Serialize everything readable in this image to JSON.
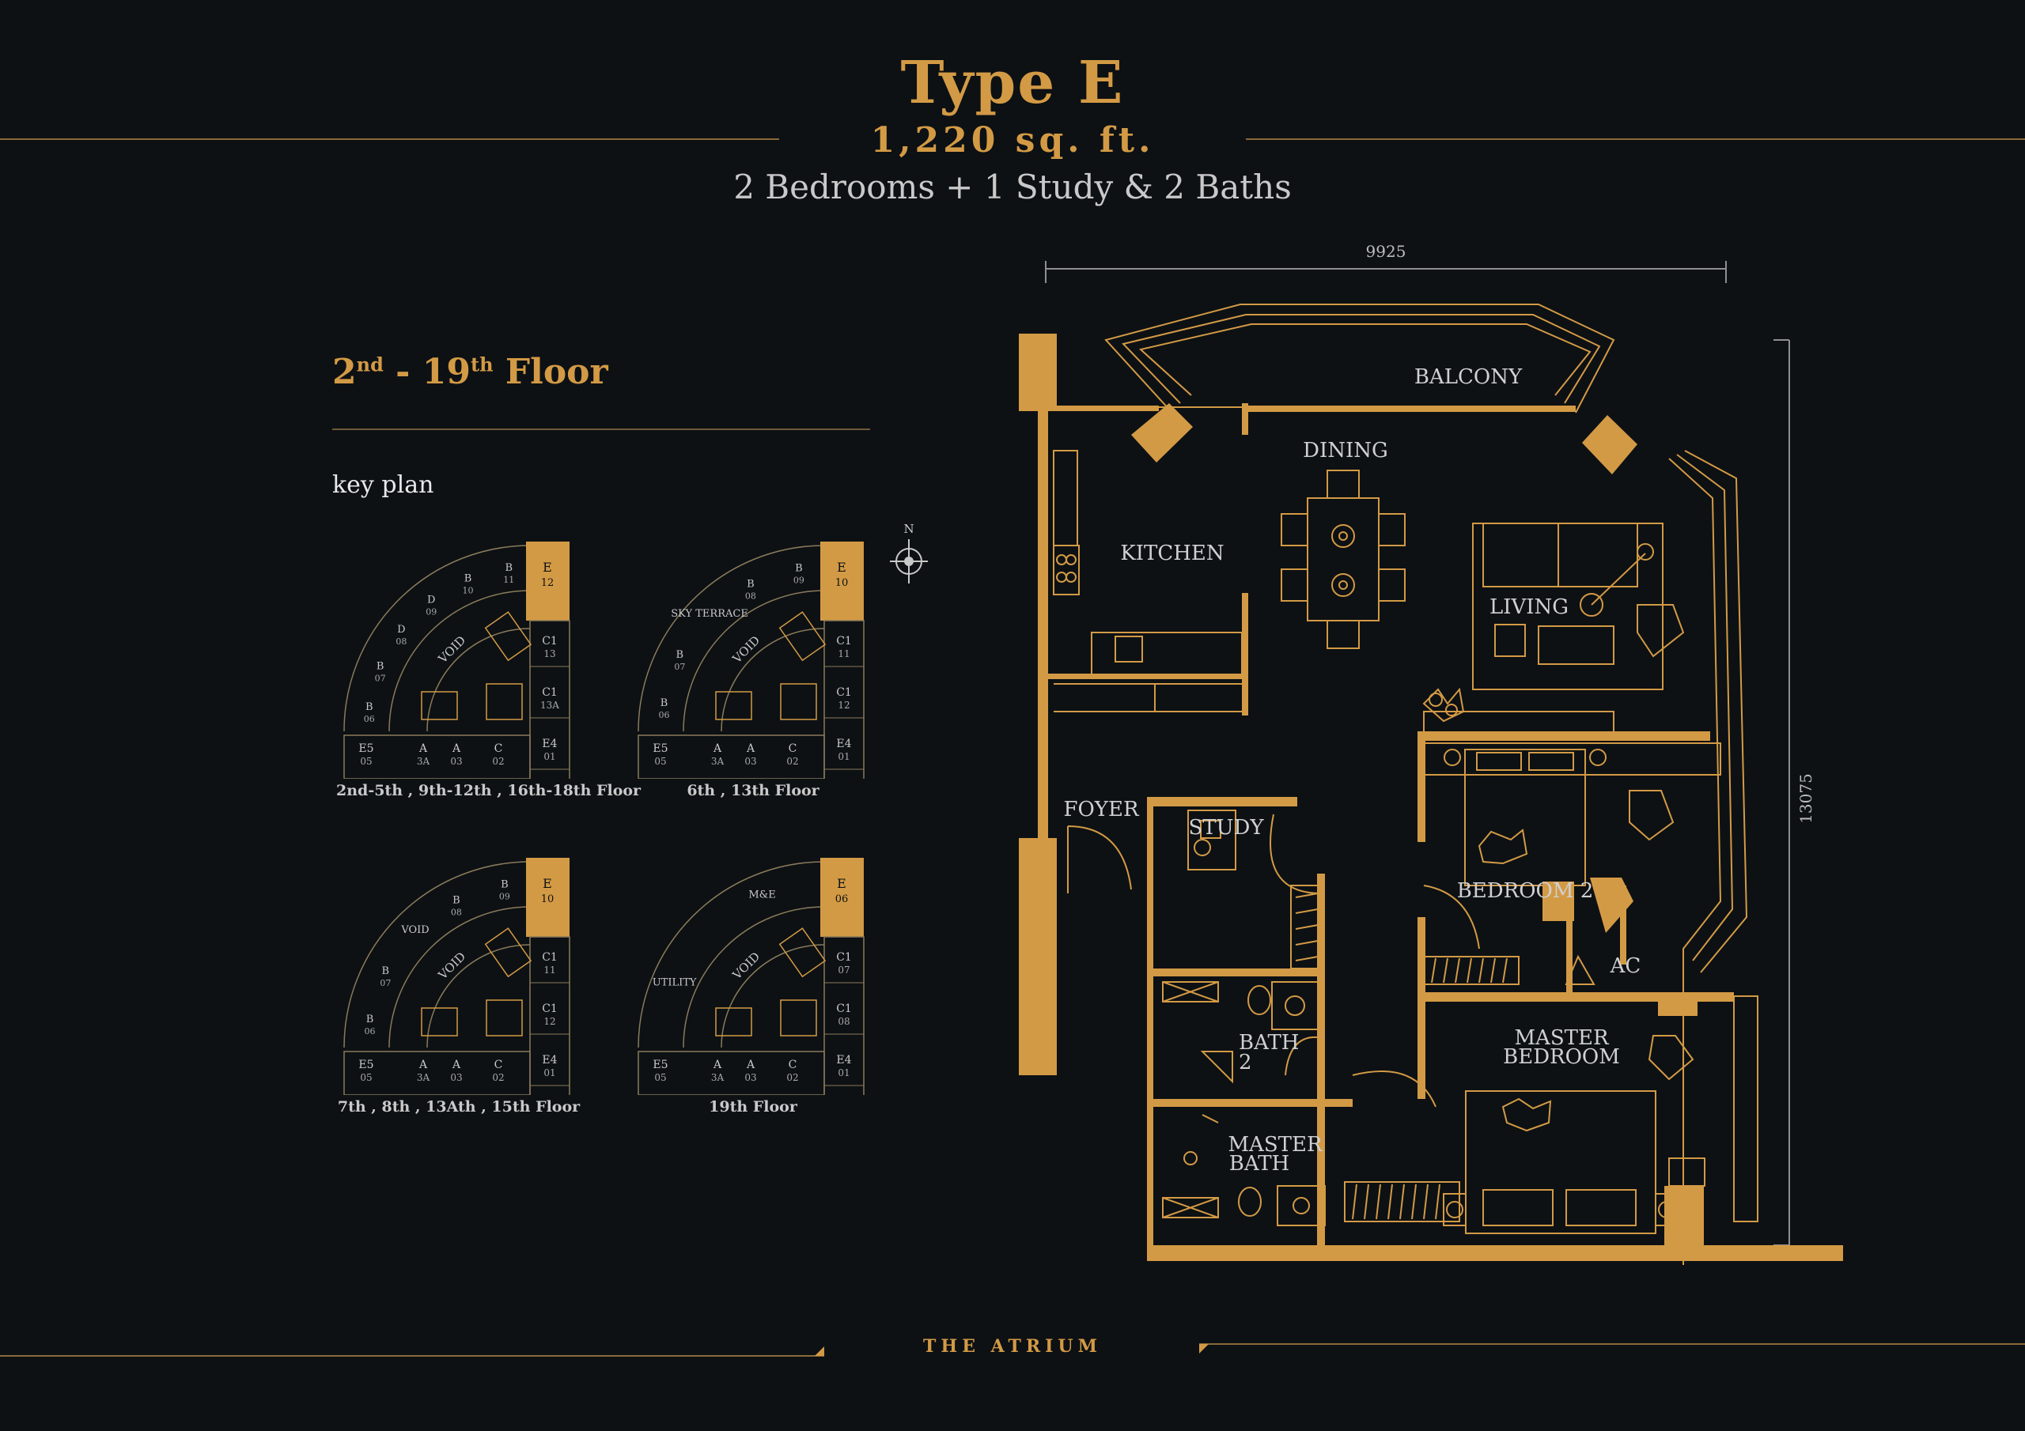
{
  "header": {
    "title": "Type E",
    "area": "1,220 sq. ft.",
    "rooms": "2 Bedrooms + 1 Study & 2 Baths"
  },
  "floor_section": {
    "floor_from": "2",
    "floor_from_sup": "nd",
    "floor_to": "19",
    "floor_to_sup": "th",
    "floor_word": "Floor",
    "key_plan_label": "key plan",
    "north": "N"
  },
  "key_plans": [
    {
      "caption": "2nd-5th , 9th-12th , 16th-18th Floor",
      "highlight": "E",
      "highlight_num": "12",
      "arc_units": [
        [
          "B",
          "06"
        ],
        [
          "B",
          "07"
        ],
        [
          "D",
          "08"
        ],
        [
          "D",
          "09"
        ],
        [
          "B",
          "10"
        ],
        [
          "B",
          "11"
        ]
      ],
      "inner_label": "VOID",
      "side_units": [
        [
          "C1",
          "13"
        ],
        [
          "C1",
          "13A"
        ],
        [
          "E4",
          "01"
        ]
      ],
      "bottom_units": [
        [
          "E5",
          "05"
        ],
        [
          "A",
          "3A"
        ],
        [
          "A",
          "03"
        ],
        [
          "C",
          "02"
        ]
      ]
    },
    {
      "caption": "6th , 13th Floor",
      "highlight": "E",
      "highlight_num": "10",
      "arc_units": [
        [
          "B",
          "06"
        ],
        [
          "B",
          "07"
        ],
        [
          "SKY TERRACE",
          ""
        ],
        [
          "B",
          "08"
        ],
        [
          "B",
          "09"
        ]
      ],
      "inner_label": "VOID",
      "side_units": [
        [
          "C1",
          "11"
        ],
        [
          "C1",
          "12"
        ],
        [
          "E4",
          "01"
        ]
      ],
      "bottom_units": [
        [
          "E5",
          "05"
        ],
        [
          "A",
          "3A"
        ],
        [
          "A",
          "03"
        ],
        [
          "C",
          "02"
        ]
      ]
    },
    {
      "caption": "7th , 8th , 13Ath , 15th Floor",
      "highlight": "E",
      "highlight_num": "10",
      "arc_units": [
        [
          "B",
          "06"
        ],
        [
          "B",
          "07"
        ],
        [
          "VOID",
          ""
        ],
        [
          "B",
          "08"
        ],
        [
          "B",
          "09"
        ]
      ],
      "inner_label": "VOID",
      "side_units": [
        [
          "C1",
          "11"
        ],
        [
          "C1",
          "12"
        ],
        [
          "E4",
          "01"
        ]
      ],
      "bottom_units": [
        [
          "E5",
          "05"
        ],
        [
          "A",
          "3A"
        ],
        [
          "A",
          "03"
        ],
        [
          "C",
          "02"
        ]
      ]
    },
    {
      "caption": "19th Floor",
      "highlight": "E",
      "highlight_num": "06",
      "arc_units": [
        [
          "UTILITY",
          ""
        ],
        [
          "M&E",
          ""
        ]
      ],
      "inner_label": "VOID",
      "side_units": [
        [
          "C1",
          "07"
        ],
        [
          "C1",
          "08"
        ],
        [
          "E4",
          "01"
        ]
      ],
      "bottom_units": [
        [
          "E5",
          "05"
        ],
        [
          "A",
          "3A"
        ],
        [
          "A",
          "03"
        ],
        [
          "C",
          "02"
        ]
      ]
    }
  ],
  "floor_plan": {
    "width_dim": "9925",
    "depth_dim": "13075",
    "rooms": {
      "balcony": "BALCONY",
      "dining": "DINING",
      "kitchen": "KITCHEN",
      "living": "LIVING",
      "foyer": "FOYER",
      "study": "STUDY",
      "bedroom2": "BEDROOM 2",
      "ac": "AC",
      "bath2_a": "BATH",
      "bath2_b": "2",
      "master_bedroom_a": "MASTER",
      "master_bedroom_b": "BEDROOM",
      "master_bath_a": "MASTER",
      "master_bath_b": "BATH"
    }
  },
  "footer": {
    "brand": "THE ATRIUM"
  },
  "colors": {
    "background": "#0d1114",
    "gold": "#d39a45",
    "text_light": "#c9c9c9"
  }
}
